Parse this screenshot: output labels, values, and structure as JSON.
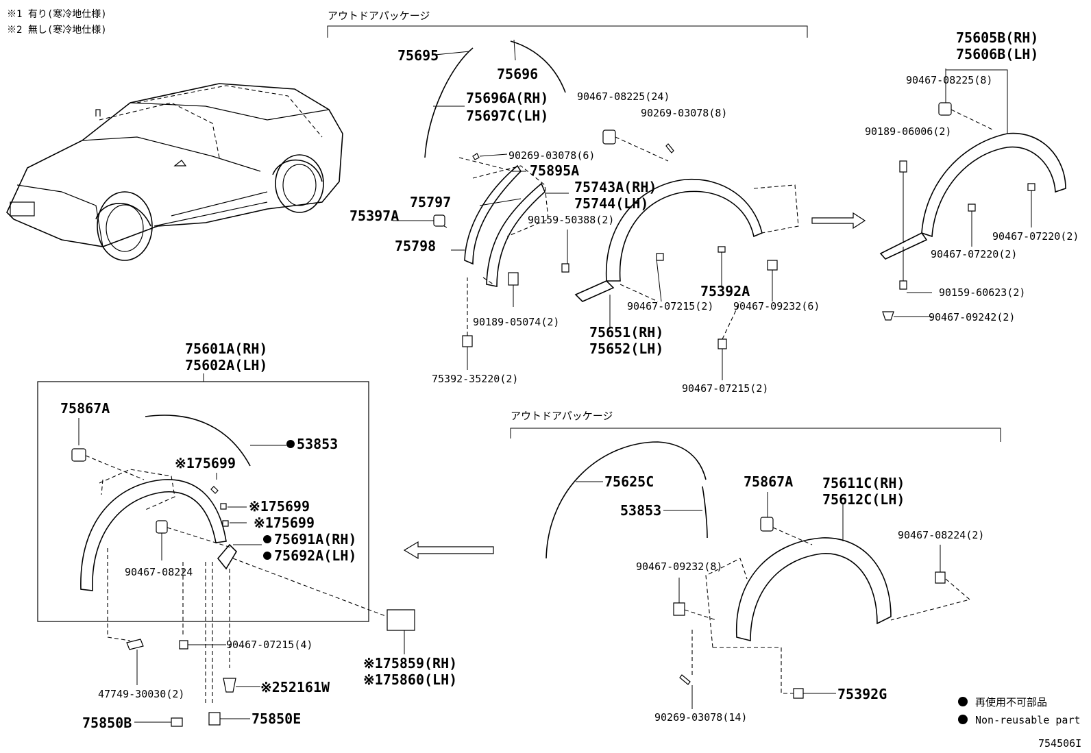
{
  "notes": {
    "note1": "※1 有り(寒冷地仕様)",
    "note2": "※2 無し(寒冷地仕様)"
  },
  "groups": {
    "outdoor_top": "アウトドアパッケージ",
    "outdoor_bottom": "アウトドアパッケージ"
  },
  "labels": {
    "p75695": "75695",
    "p75696": "75696",
    "p75696A": "75696A(RH)",
    "p75697C": "75697C(LH)",
    "p90467_08225_24": "90467-08225(24)",
    "p90269_03078_8": "90269-03078(8)",
    "p90269_03078_6": "90269-03078(6)",
    "p75895A": "75895A",
    "p75743A": "75743A(RH)",
    "p75744": "75744(LH)",
    "p75797": "75797",
    "p75397A": "75397A",
    "p90159_50388": "90159-50388(2)",
    "p75798": "75798",
    "p75392A": "75392A",
    "p90467_07215_2a": "90467-07215(2)",
    "p90467_09232_6": "90467-09232(6)",
    "p90189_05074": "90189-05074(2)",
    "p75651": "75651(RH)",
    "p75652": "75652(LH)",
    "p75392_35220": "75392-35220(2)",
    "p90467_07215_2b": "90467-07215(2)",
    "p75605B": "75605B(RH)",
    "p75606B": "75606B(LH)",
    "p90467_08225_8": "90467-08225(8)",
    "p90189_06006": "90189-06006(2)",
    "p90467_07220_a": "90467-07220(2)",
    "p90467_07220_b": "90467-07220(2)",
    "p90159_60623": "90159-60623(2)",
    "p90467_09242": "90467-09242(2)",
    "p75601A": "75601A(RH)",
    "p75602A": "75602A(LH)",
    "p75867A_l": "75867A",
    "p53853_l": "53853",
    "p75699_a": "※175699",
    "p75699_b": "※175699",
    "p75699_c": "※175699",
    "p75691A": "75691A(RH)",
    "p75692A": "75692A(LH)",
    "p90467_08224_l": "90467-08224",
    "p90467_07215_4": "90467-07215(4)",
    "p47749": "47749-30030(2)",
    "p52161W": "※252161W",
    "p75859": "※175859(RH)",
    "p75860": "※175860(LH)",
    "p75850B": "75850B",
    "p75850E": "75850E",
    "p75625C": "75625C",
    "p53853_r": "53853",
    "p75867A_r": "75867A",
    "p75611C": "75611C(RH)",
    "p75612C": "75612C(LH)",
    "p90467_09232_8": "90467-09232(8)",
    "p90467_08224_2": "90467-08224(2)",
    "p90269_03078_14": "90269-03078(14)",
    "p75392G": "75392G"
  },
  "legend": {
    "jp": "再使用不可部品",
    "en": "Non-reusable part"
  },
  "figure_id": "754506I"
}
